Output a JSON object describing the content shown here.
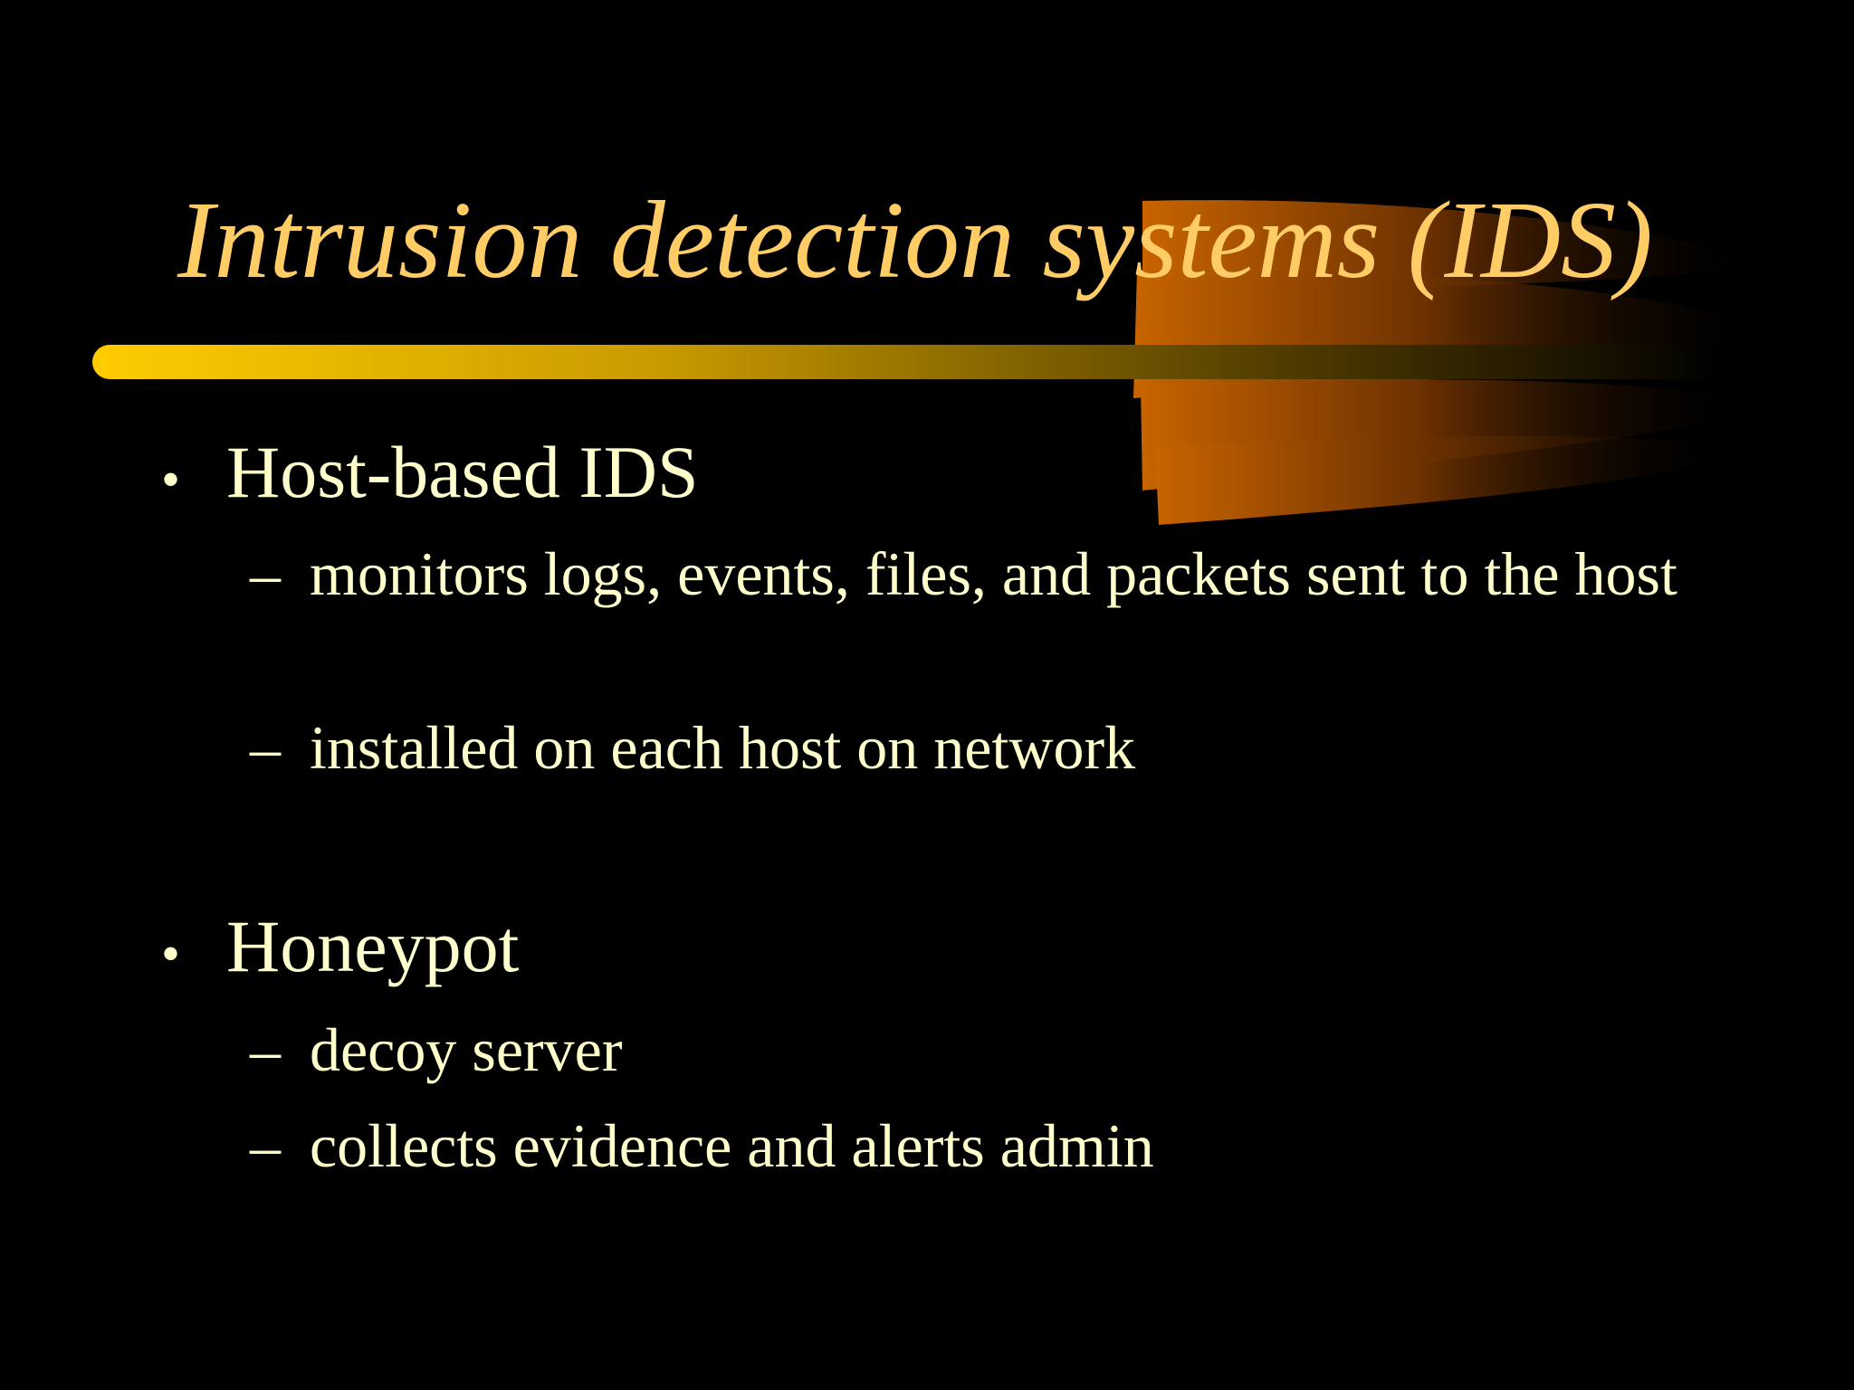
{
  "slide": {
    "title": "Intrusion detection systems (IDS)",
    "colors": {
      "background": "#000000",
      "title": "#FFCC66",
      "body_text": "#FFFFCC",
      "accent_bar": "#FFCC00",
      "accent_fan": "#CC6600"
    },
    "bullets": [
      {
        "marker": "•",
        "label": "Host-based IDS",
        "subitems": [
          {
            "marker": "–",
            "text": "monitors logs, events, files, and packets sent to the host"
          },
          {
            "marker": "–",
            "text": "installed on each host on network"
          }
        ]
      },
      {
        "marker": "•",
        "label": "Honeypot",
        "subitems": [
          {
            "marker": "–",
            "text": "decoy server"
          },
          {
            "marker": "–",
            "text": "collects evidence and alerts admin"
          }
        ]
      }
    ]
  }
}
